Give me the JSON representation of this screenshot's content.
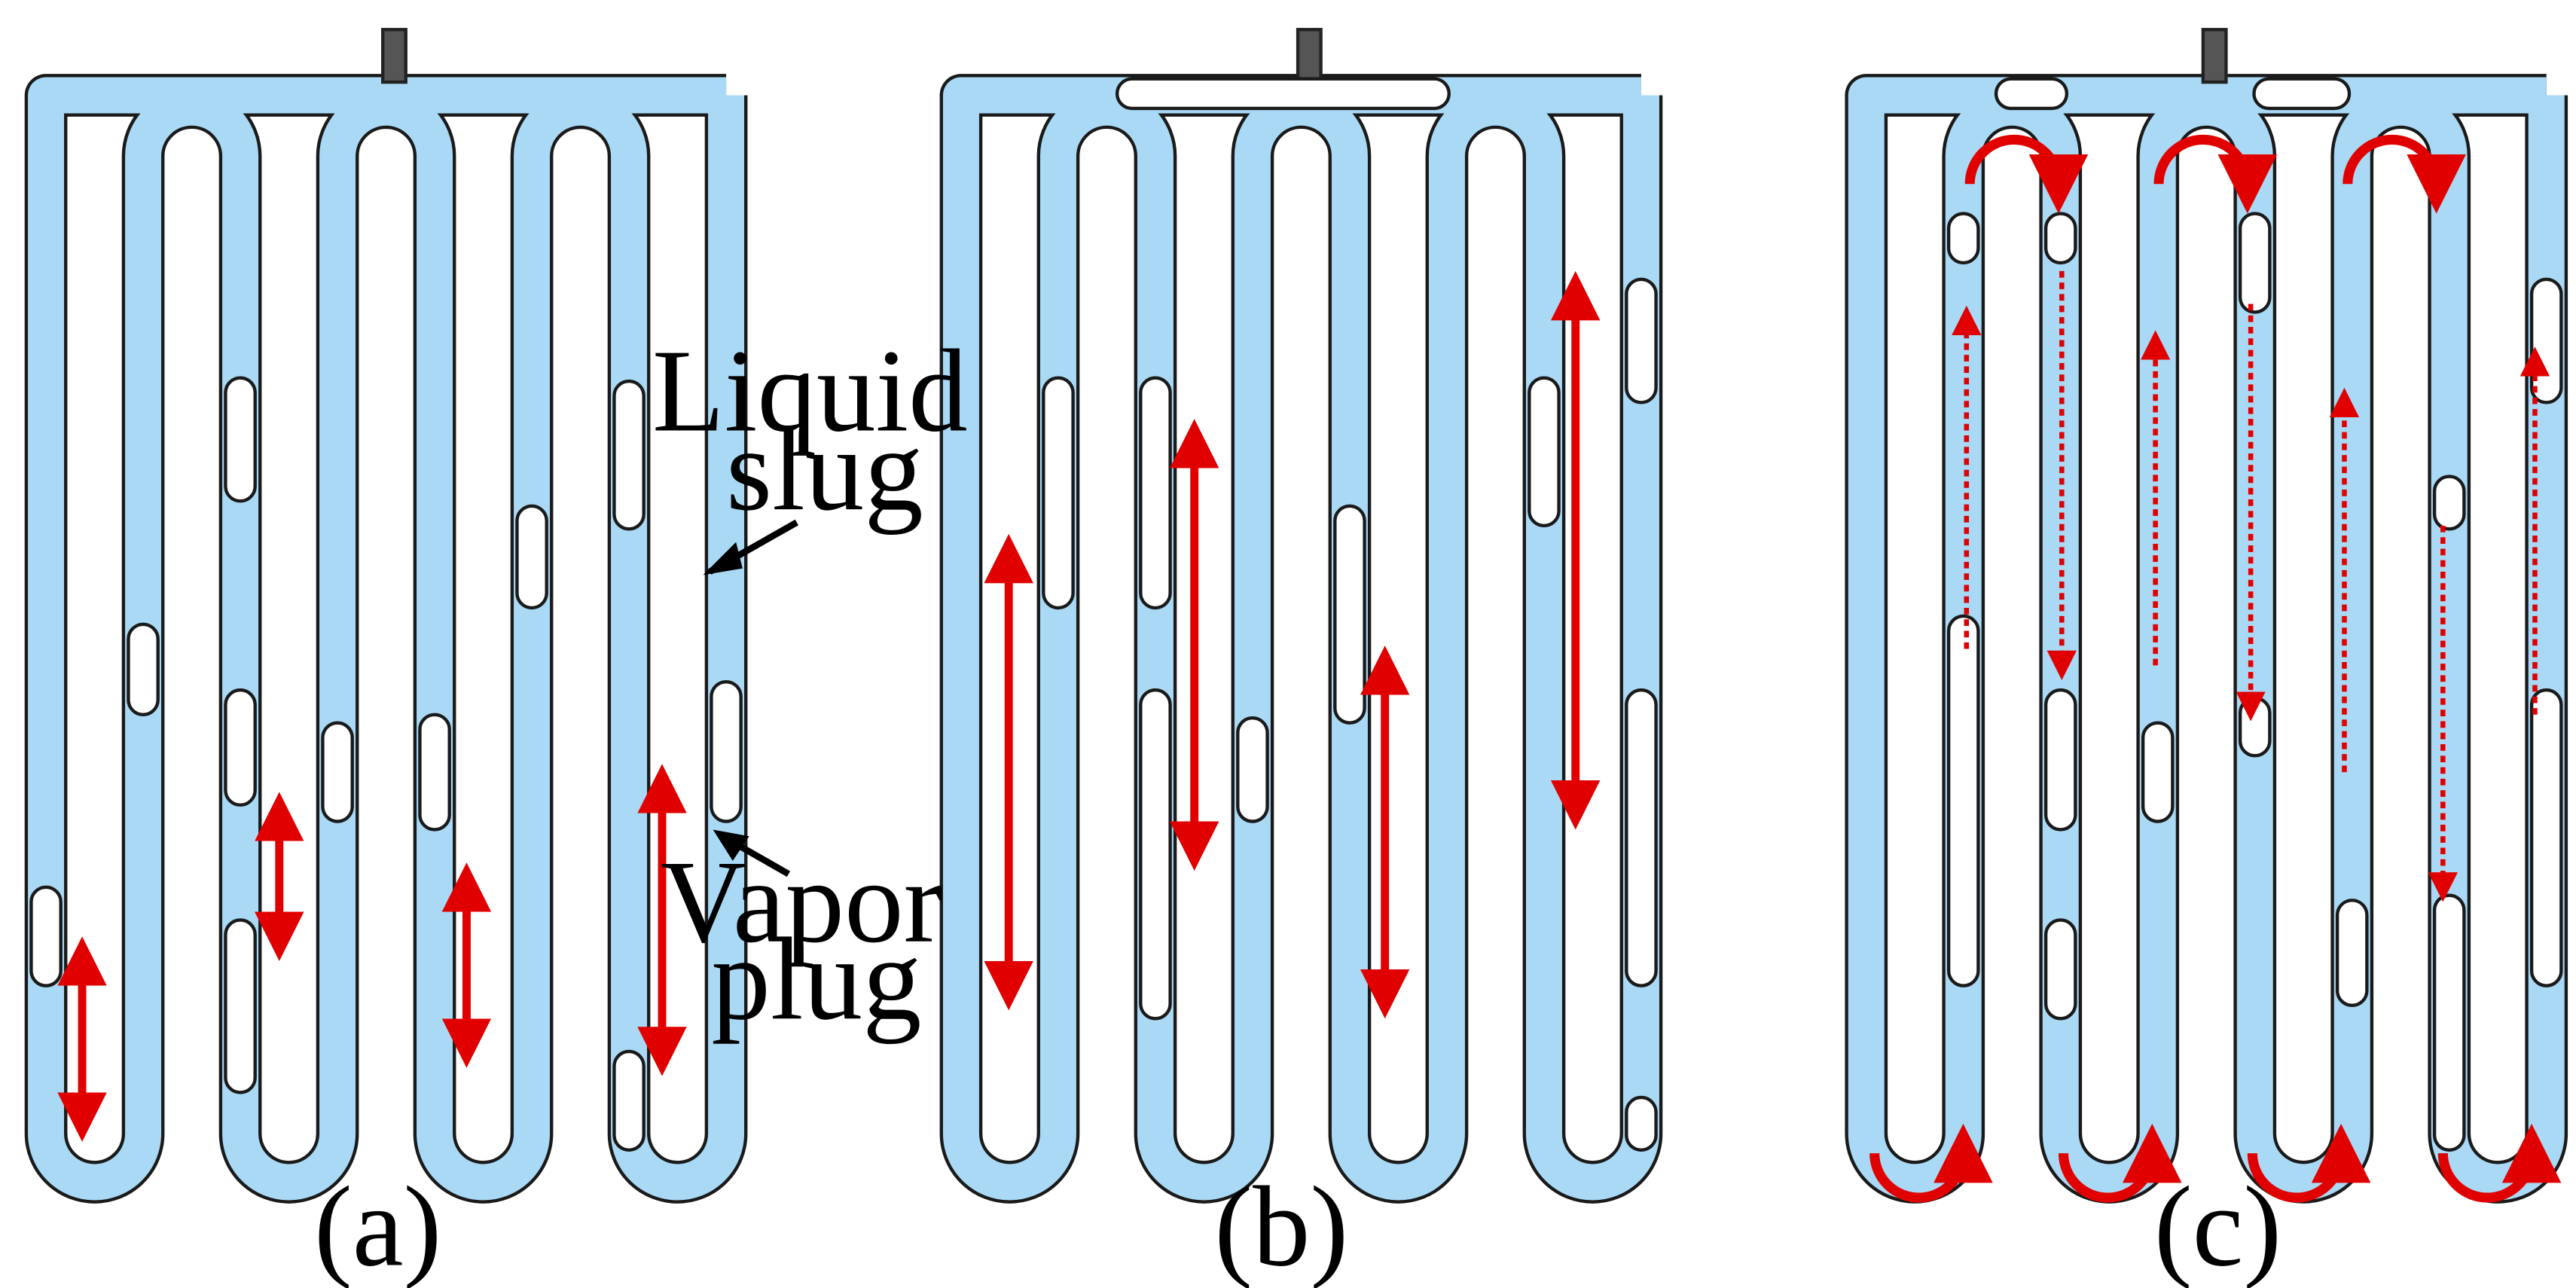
{
  "panels": [
    {
      "caption": "(a)"
    },
    {
      "caption": "(b)"
    },
    {
      "caption": "(c)"
    }
  ],
  "annotations": {
    "liquid_label": "Liquid\nslug",
    "vapor_label": "Vapor\nplug"
  },
  "colors": {
    "liquid": "#a9d9f5",
    "vapor": "#ffffff",
    "tube_outline": "#1a1a1a",
    "arrow": "#e00000",
    "valve": "#555555"
  }
}
